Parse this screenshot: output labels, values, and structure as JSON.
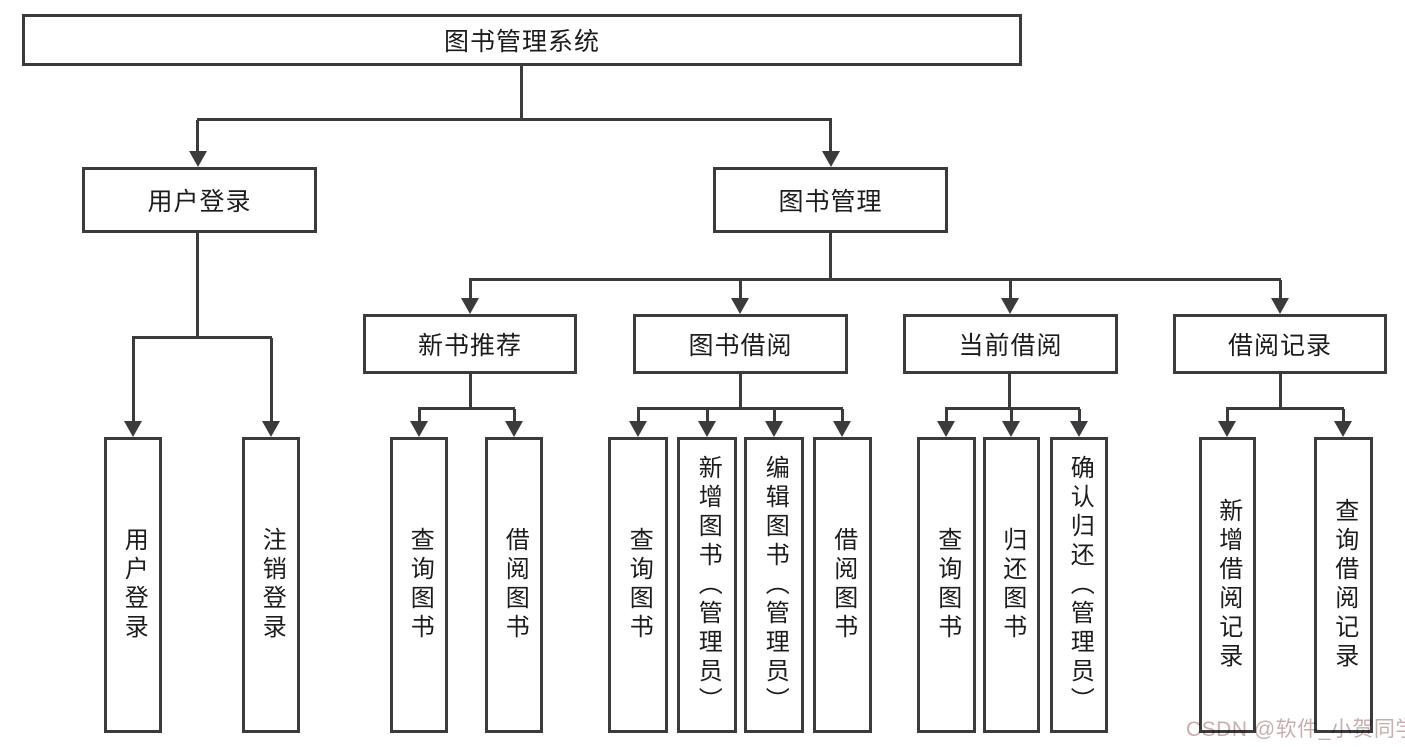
{
  "diagram_title": "图书管理系统",
  "nodes": {
    "root": {
      "label": "图书管理系统"
    },
    "user_login": {
      "label": "用户登录"
    },
    "book_mgmt": {
      "label": "图书管理"
    },
    "new_book": {
      "label": "新书推荐"
    },
    "book_borrow": {
      "label": "图书借阅"
    },
    "current_borrow": {
      "label": "当前借阅"
    },
    "borrow_record": {
      "label": "借阅记录"
    },
    "leaf_user_login": {
      "label": "用户登录"
    },
    "leaf_logout": {
      "label": "注销登录"
    },
    "nb_query": {
      "label": "查询图书"
    },
    "nb_borrow": {
      "label": "借阅图书"
    },
    "bb_query": {
      "label": "查询图书"
    },
    "bb_add": {
      "label": "新增图书（管理员）"
    },
    "bb_edit": {
      "label": "编辑图书（管理员）"
    },
    "bb_borrow": {
      "label": "借阅图书"
    },
    "cb_query": {
      "label": "查询图书"
    },
    "cb_return": {
      "label": "归还图书"
    },
    "cb_confirm": {
      "label": "确认归还（管理员）"
    },
    "br_add": {
      "label": "新增借阅记录"
    },
    "br_query": {
      "label": "查询借阅记录"
    }
  },
  "hierarchy": {
    "root": "图书管理系统",
    "children": [
      {
        "label": "用户登录",
        "children": [
          "用户登录",
          "注销登录"
        ]
      },
      {
        "label": "图书管理",
        "children": [
          {
            "label": "新书推荐",
            "children": [
              "查询图书",
              "借阅图书"
            ]
          },
          {
            "label": "图书借阅",
            "children": [
              "查询图书",
              "新增图书（管理员）",
              "编辑图书（管理员）",
              "借阅图书"
            ]
          },
          {
            "label": "当前借阅",
            "children": [
              "查询图书",
              "归还图书",
              "确认归还（管理员）"
            ]
          },
          {
            "label": "借阅记录",
            "children": [
              "新增借阅记录",
              "查询借阅记录"
            ]
          }
        ]
      }
    ]
  },
  "watermark": {
    "text": "CSDN @软件_小贺同学"
  },
  "colors": {
    "line": "#3b3b3d",
    "text": "#1c1c1e",
    "watermark": "#c9aeae",
    "bg": "#ffffff"
  }
}
